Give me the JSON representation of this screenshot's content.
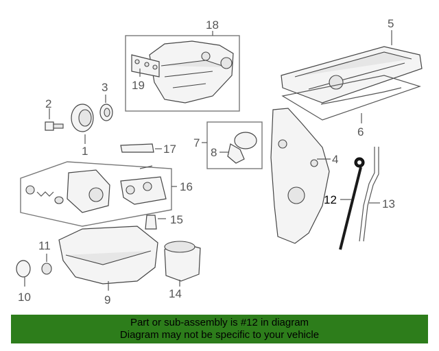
{
  "callouts": {
    "c1": "1",
    "c2": "2",
    "c3": "3",
    "c4": "4",
    "c5": "5",
    "c6": "6",
    "c7": "7",
    "c8": "8",
    "c9": "9",
    "c10": "10",
    "c11": "11",
    "c12": "12",
    "c13": "13",
    "c14": "14",
    "c15": "15",
    "c16": "16",
    "c17": "17",
    "c18": "18",
    "c19": "19"
  },
  "highlight_part": "12",
  "banner": {
    "line1": "Part or sub-assembly is #12 in diagram",
    "line2": "Diagram may not be specific to your vehicle"
  },
  "colors": {
    "banner_bg": "#2d7d1b",
    "dipstick": "#1a1a1a"
  }
}
